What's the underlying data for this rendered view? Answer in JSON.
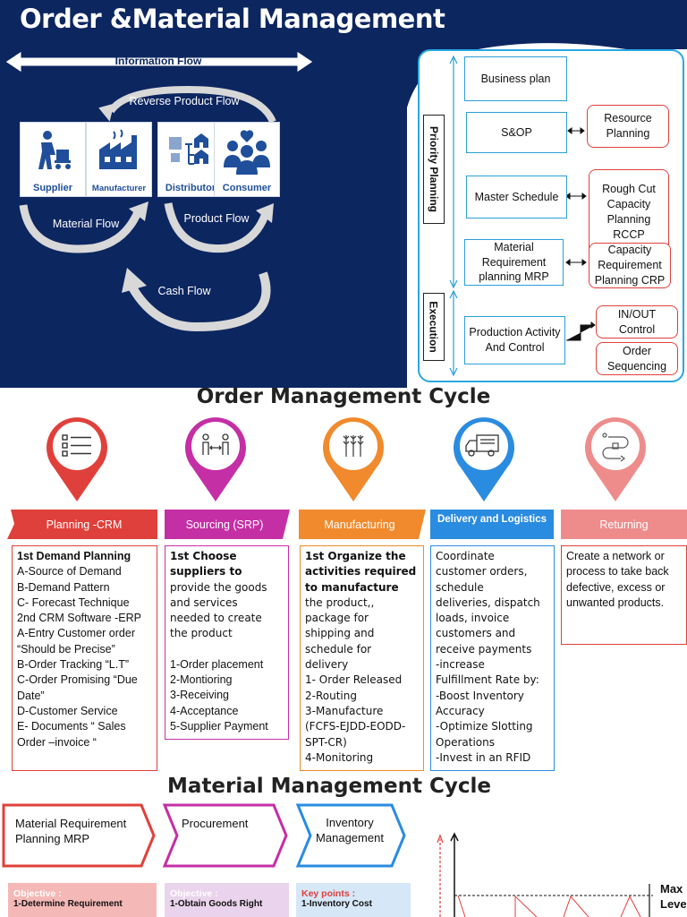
{
  "title": "Order &Material Management",
  "flows": {
    "information": "Information Flow",
    "reverse_product": "Reverse Product Flow",
    "material": "Material Flow",
    "product": "Product Flow",
    "cash": "Cash Flow"
  },
  "actors": [
    {
      "label": "Supplier",
      "icon": "worker-dolly-icon"
    },
    {
      "label": "Manufacturer",
      "icon": "factory-icon"
    },
    {
      "label": "Distributor",
      "icon": "warehouse-icon"
    },
    {
      "label": "Consumer",
      "icon": "people-icon"
    }
  ],
  "planning": {
    "priority_label": "Priority Planning",
    "execution_label": "Execution",
    "business_plan": "Business plan",
    "sop": "S&OP",
    "master_schedule": "Master Schedule",
    "mrp": "Material Requirement planning MRP",
    "pac": "Production Activity And Control",
    "resource_planning": "Resource Planning",
    "rccp": "Rough Cut Capacity Planning RCCP",
    "crp": "Capacity Requirement Planning CRP",
    "inout": "IN/OUT Control",
    "sequencing": "Order Sequencing"
  },
  "order_cycle": {
    "title": "Order Management Cycle",
    "stages": [
      {
        "label": "Planning -CRM",
        "color": "#e0403b",
        "icon": "checklist-icon"
      },
      {
        "label": "Sourcing (SRP)",
        "color": "#c42fa5",
        "icon": "handshake-people-icon"
      },
      {
        "label": "Manufacturing",
        "color": "#f08a2c",
        "icon": "wheat-icon"
      },
      {
        "label": "Delivery and Logistics",
        "color": "#2a8ce0",
        "icon": "truck-icon"
      },
      {
        "label": "Returning",
        "color": "#ee8c8c",
        "icon": "return-route-icon"
      }
    ],
    "planning_lines": [
      "1st Demand Planning",
      "A-Source of Demand",
      "B-Demand Pattern",
      "C- Forecast Technique",
      "2nd CRM Software -ERP",
      "A-Entry Customer order",
      "“Should be Precise”",
      "B-Order Tracking  “L.T”",
      "C-Order Promising “Due",
      "Date”",
      "D-Customer Service",
      "E- Documents “ Sales",
      "Order –invoice “"
    ],
    "sourcing_lines": [
      "1st  Choose",
      "suppliers to",
      "provide the goods",
      "and services",
      "needed to create",
      "the product",
      "",
      "1-Order placement",
      "2-Montioring",
      "3-Receiving",
      "4-Acceptance",
      "5-Supplier Payment"
    ],
    "manufacturing_lines": [
      "1st Organize the",
      "activities required",
      "to manufacture",
      "the product,,",
      "package for",
      "shipping and",
      "schedule for",
      "delivery",
      "1- Order Released",
      "2-Routing",
      "3-Manufacture",
      "(FCFS-EJDD-EODD-",
      "SPT-CR)",
      "4-Monitoring"
    ],
    "delivery_lines": [
      "Coordinate",
      "customer orders,",
      "schedule",
      "deliveries, dispatch",
      "loads, invoice",
      "customers and",
      "receive payments",
      "-increase",
      "Fulfillment Rate by:",
      "-Boost Inventory",
      "Accuracy",
      "-Optimize Slotting",
      "Operations",
      "-Invest in an RFID"
    ],
    "returning_lines": [
      "Create a network or",
      "process to take back",
      "defective, excess or",
      "unwanted products."
    ]
  },
  "material_cycle": {
    "title": "Material Management Cycle",
    "steps": [
      {
        "label_1": "Material Requirement",
        "label_2": "Planning MRP",
        "color": "#e0403b"
      },
      {
        "label_1": "Procurement",
        "label_2": "",
        "color": "#c42fa5"
      },
      {
        "label_1": "Inventory",
        "label_2": "Management",
        "color": "#2a8ce0"
      }
    ],
    "boxes": [
      {
        "heading": "Objective :",
        "text": "1-Determine Requirement"
      },
      {
        "heading": "Objective :",
        "text": "1-Obtain Goods Right"
      },
      {
        "heading": "Key points :",
        "text": "1-Inventory Cost"
      }
    ],
    "max_label_1": "Max",
    "max_label_2": "Level"
  }
}
